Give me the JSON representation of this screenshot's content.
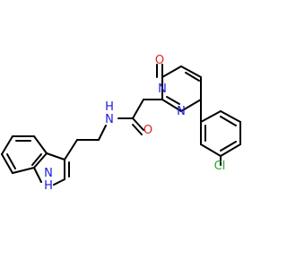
{
  "molecule": {
    "colors": {
      "bond": "#000000",
      "nitrogen": "#1a1adc",
      "oxygen": "#e0221e",
      "chlorine": "#22a82a",
      "background": "#ffffff"
    },
    "atoms": {
      "carbonyl_oxygen_ring": "O",
      "ring_nitrogen_1": "N",
      "ring_nitrogen_2": "N",
      "amide_nitrogen": "N",
      "amide_hydrogen": "H",
      "amide_oxygen": "O",
      "chlorine": "Cl",
      "indole_nitrogen": "N",
      "indole_hydrogen": "H"
    }
  }
}
